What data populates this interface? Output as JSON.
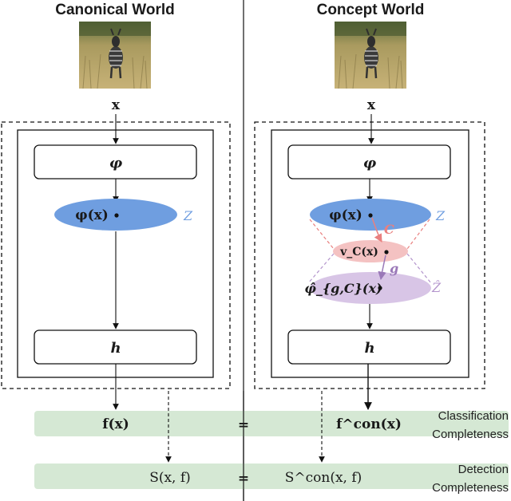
{
  "titles": {
    "left": "Canonical World",
    "right": "Concept World"
  },
  "input_label": "x",
  "encoder_label": "φ",
  "head_label": "h",
  "left_embedding": "φ(x)",
  "left_space": "Z",
  "right_embedding": "φ(x)",
  "right_space": "Z",
  "concept_map": "C",
  "concept_vector": "v_C(x)",
  "decoder_map": "g",
  "reconstruction": "φ̂_{g,C}(x)",
  "reconstruction_space": "Ẑ",
  "outputs": {
    "canonical_f": "f(x)",
    "concept_f": "f^con(x)",
    "canonical_s": "S(x, f)",
    "concept_s": "S^con(x, f)",
    "equals_1": "=",
    "equals_2": "=",
    "classification_line1": "Classification",
    "classification_line2": "Completeness",
    "detection_line1": "Detection",
    "detection_line2": "Completeness"
  },
  "colors": {
    "embedding": "#6f9ee0",
    "concept": "#f4c2c2",
    "concept_stroke": "#e9807f",
    "reconstruction": "#d8c5e6",
    "band": "#d5e8d4",
    "space_blue": "#6f9ee0",
    "space_purple": "#b394cc"
  }
}
